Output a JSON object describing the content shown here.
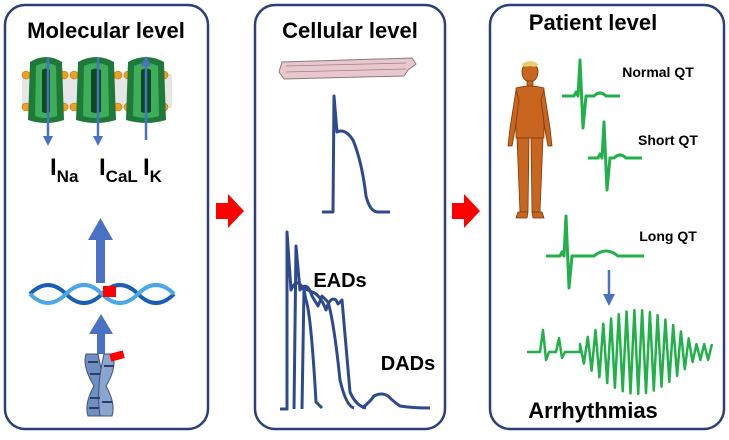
{
  "panels": {
    "molecular": {
      "title": "Molecular level"
    },
    "cellular": {
      "title": "Cellular level"
    },
    "patient": {
      "title": "Patient level"
    }
  },
  "currents": {
    "na": {
      "main": "I",
      "sub": "Na"
    },
    "cal": {
      "main": "I",
      "sub": "CaL"
    },
    "k": {
      "main": "I",
      "sub": "K"
    }
  },
  "cellular": {
    "eads": "EADs",
    "dads": "DADs"
  },
  "ecg": {
    "normal": "Normal QT",
    "short": "Short QT",
    "long": "Long QT",
    "arrhythmias": "Arrhythmias"
  },
  "colors": {
    "panel_border": "#2b3f7a",
    "action_potential": "#2e4a8f",
    "ecg_trace": "#22b04a",
    "arrow_blue": "#4a72c4",
    "flow_arrow": "#ff0000",
    "mutation": "#ff0000",
    "skin": "#c8651e"
  }
}
